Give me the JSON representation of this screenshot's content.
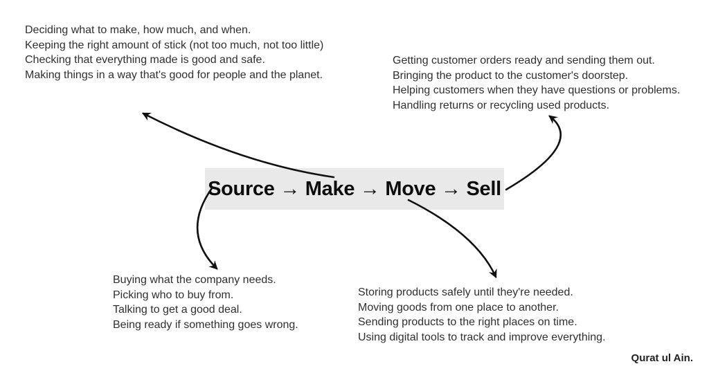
{
  "flow": {
    "title": "Source → Make → Move → Sell"
  },
  "notes": {
    "make": {
      "lines": [
        "Deciding what to make, how much, and when.",
        "Keeping the right amount of stick (not too much, not too little)",
        "Checking that everything made is good and safe.",
        "Making things in a way that's good for people and the planet."
      ]
    },
    "sell": {
      "lines": [
        "Getting customer orders ready and sending them out.",
        "Bringing the product to the customer's doorstep.",
        "Helping customers when they have questions or problems.",
        "Handling returns or recycling used products."
      ]
    },
    "source": {
      "lines": [
        "Buying what the company needs.",
        "Picking who to buy from.",
        "Talking to get a good deal.",
        "Being ready if something goes wrong."
      ]
    },
    "move": {
      "lines": [
        "Storing products safely until they're needed.",
        "Moving goods from one place to another.",
        "Sending products to the right places on time.",
        "Using digital tools to track and improve everything."
      ]
    }
  },
  "credit": "Qurat ul Ain.",
  "colors": {
    "background": "#ffffff",
    "title_box": "#e9e9e9",
    "title_text": "#0d0d0d",
    "body_text": "#303030",
    "arrow": "#111111",
    "credit_text": "#222222"
  }
}
